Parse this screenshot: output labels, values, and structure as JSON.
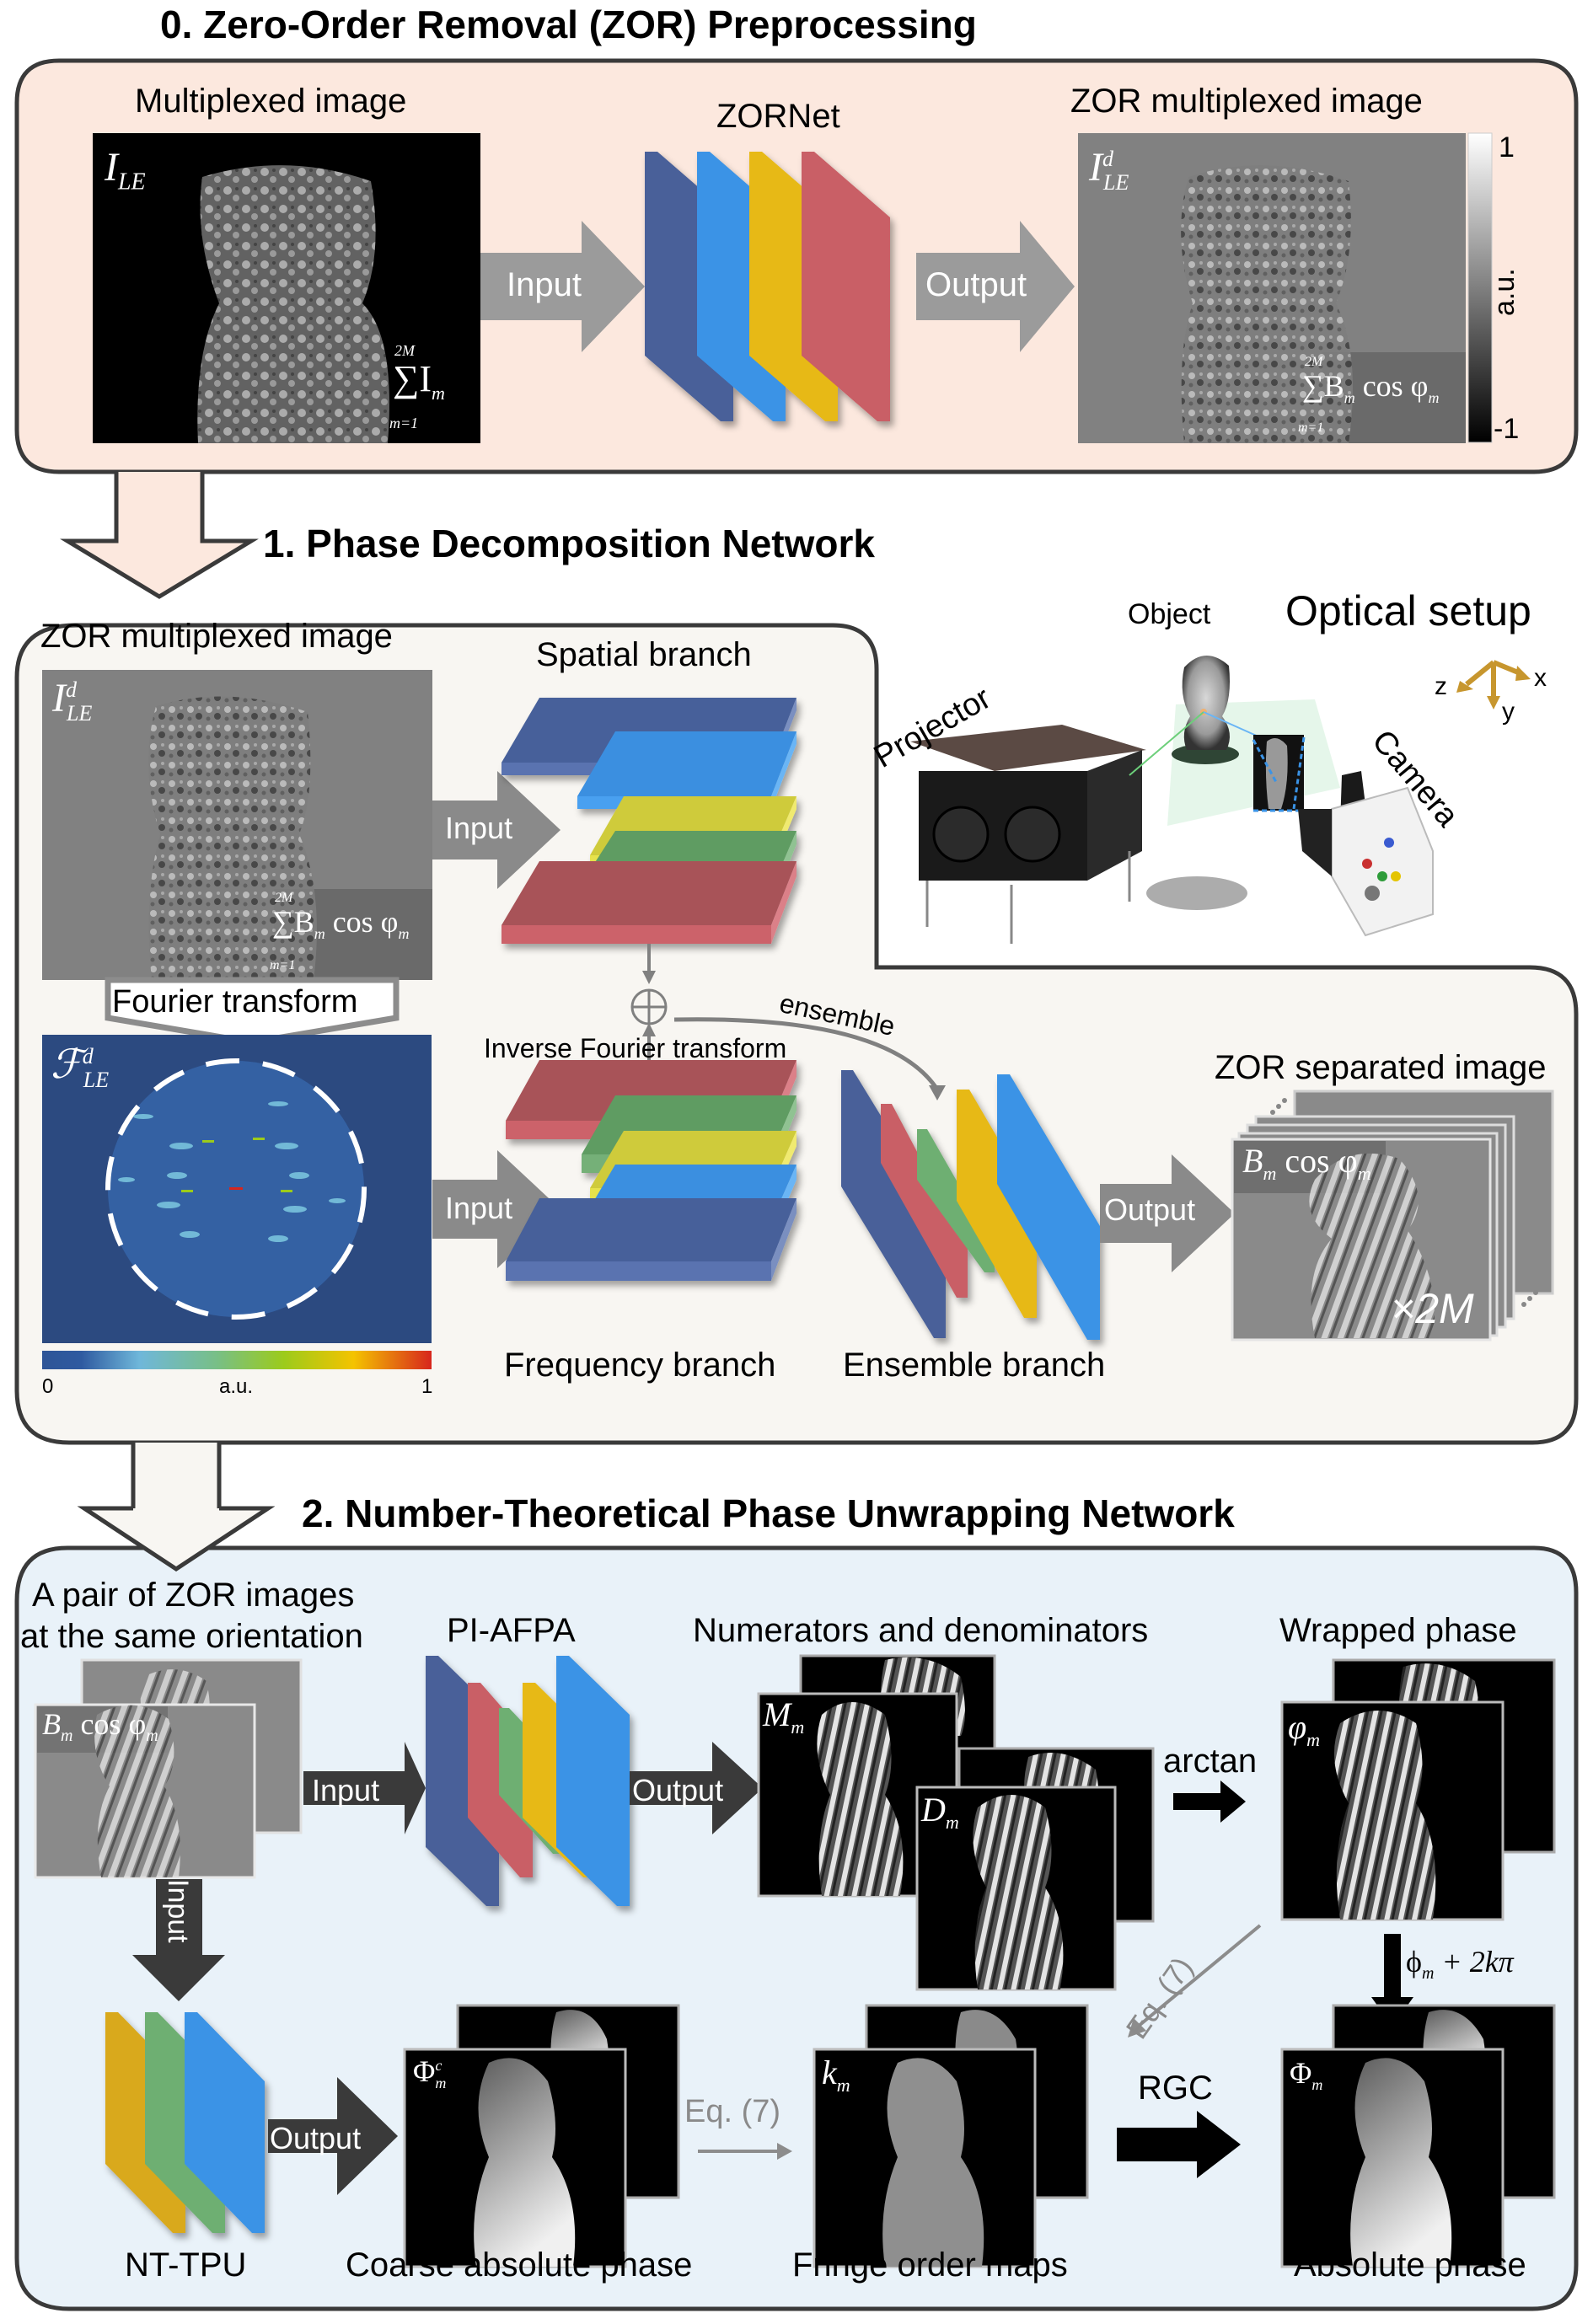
{
  "figure": {
    "colors": {
      "section0_bg": "#fce8de",
      "section1_bg": "#f8f6f2",
      "section2_bg": "#e9f2f9",
      "border": "#3a3a3a",
      "layer_navy": "#4a6199",
      "layer_blue": "#3a93e6",
      "layer_yellow": "#e7b912",
      "layer_red": "#c95f66",
      "layer_green": "#6eaf72",
      "layer_lightyellow": "#e6e04c",
      "arrow_gray": "#999999",
      "arrow_dark": "#3a3a3a",
      "axis_gold": "#c7962e"
    }
  },
  "section0": {
    "title": "0. Zero-Order Removal (ZOR) Preprocessing",
    "multiplexed_label": "Multiplexed image",
    "multiplexed_symbol": "I",
    "multiplexed_sub": "LE",
    "multiplexed_sum_top": "2M",
    "multiplexed_sum_body": "∑I",
    "multiplexed_sum_sub": "m",
    "multiplexed_sum_bottom": "m=1",
    "input_arrow": "Input",
    "net_label": "ZORNet",
    "output_arrow": "Output",
    "zor_label": "ZOR multiplexed image",
    "zor_symbol": "I",
    "zor_sup": "d",
    "zor_sub": "LE",
    "zor_sum_top": "2M",
    "zor_sum_body": "∑B",
    "zor_sum_sub": "m",
    "zor_sum_cos": "cos φ",
    "zor_sum_cos_sub": "m",
    "zor_sum_bottom": "m=1",
    "colorbar": {
      "max": "1",
      "min": "-1",
      "unit": "a.u."
    }
  },
  "section1": {
    "title": "1. Phase Decomposition Network",
    "zor_label": "ZOR multiplexed image",
    "zor_symbol": "I",
    "zor_sup": "d",
    "zor_sub": "LE",
    "zor_sum_top": "2M",
    "zor_sum_body": "∑B",
    "zor_sum_sub": "m",
    "zor_sum_cos": "cos φ",
    "zor_sum_cos_sub": "m",
    "zor_sum_bottom": "m=1",
    "fourier_label": "Fourier transform",
    "spectrum_symbol": "ℱ",
    "spectrum_sup": "d",
    "spectrum_sub": "LE",
    "spectrum_colorbar": {
      "min": "0",
      "max": "1",
      "unit": "a.u."
    },
    "spatial_branch": "Spatial branch",
    "frequency_branch": "Frequency branch",
    "ensemble_branch": "Ensemble branch",
    "input_arrow_spatial": "Input",
    "input_arrow_freq": "Input",
    "output_arrow": "Output",
    "sum_symbol": "⊕",
    "ensemble_label": "ensemble",
    "ifft_label": "Inverse Fourier transform",
    "separated_label": "ZOR separated image",
    "separated_formula_b": "B",
    "separated_formula_b_sub": "m",
    "separated_formula_cos": "cos φ",
    "separated_formula_cos_sub": "m",
    "separated_count": "×2M",
    "optical": {
      "title": "Optical setup",
      "object": "Object",
      "projector": "Projector",
      "camera": "Camera",
      "axis_x": "x",
      "axis_y": "y",
      "axis_z": "z"
    }
  },
  "section2": {
    "title": "2. Number-Theoretical Phase Unwrapping Network",
    "pair_label_line1": "A pair of ZOR images",
    "pair_label_line2": "at the same orientation",
    "pair_formula_b": "B",
    "pair_formula_b_sub": "m",
    "pair_formula_cos": "cos φ",
    "pair_formula_cos_sub": "m",
    "input_arrow": "Input",
    "input_arrow_down": "Input",
    "piafpa_label": "PI-AFPA",
    "output_arrow": "Output",
    "numden_label": "Numerators and denominators",
    "num_symbol": "M",
    "num_sub": "m",
    "den_symbol": "D",
    "den_sub": "m",
    "arctan_label": "arctan",
    "wrapped_label": "Wrapped phase",
    "wrapped_symbol": "φ",
    "wrapped_sub": "m",
    "unwrap_formula": "ϕ",
    "unwrap_formula_sub": "m",
    "unwrap_formula_tail": "+ 2kπ",
    "eq7_diag": "Eq. (7)",
    "eq7_horiz": "Eq. (7)",
    "nttpu_label": "NT-TPU",
    "nttpu_output_arrow": "Output",
    "coarse_label": "Coarse absolute phase",
    "coarse_symbol": "Φ",
    "coarse_sup": "c",
    "coarse_sub": "m",
    "fringe_label": "Fringe order maps",
    "fringe_symbol": "k",
    "fringe_sub": "m",
    "rgc_label": "RGC",
    "absolute_label": "Absolute phase",
    "absolute_symbol": "Φ",
    "absolute_sub": "m"
  }
}
